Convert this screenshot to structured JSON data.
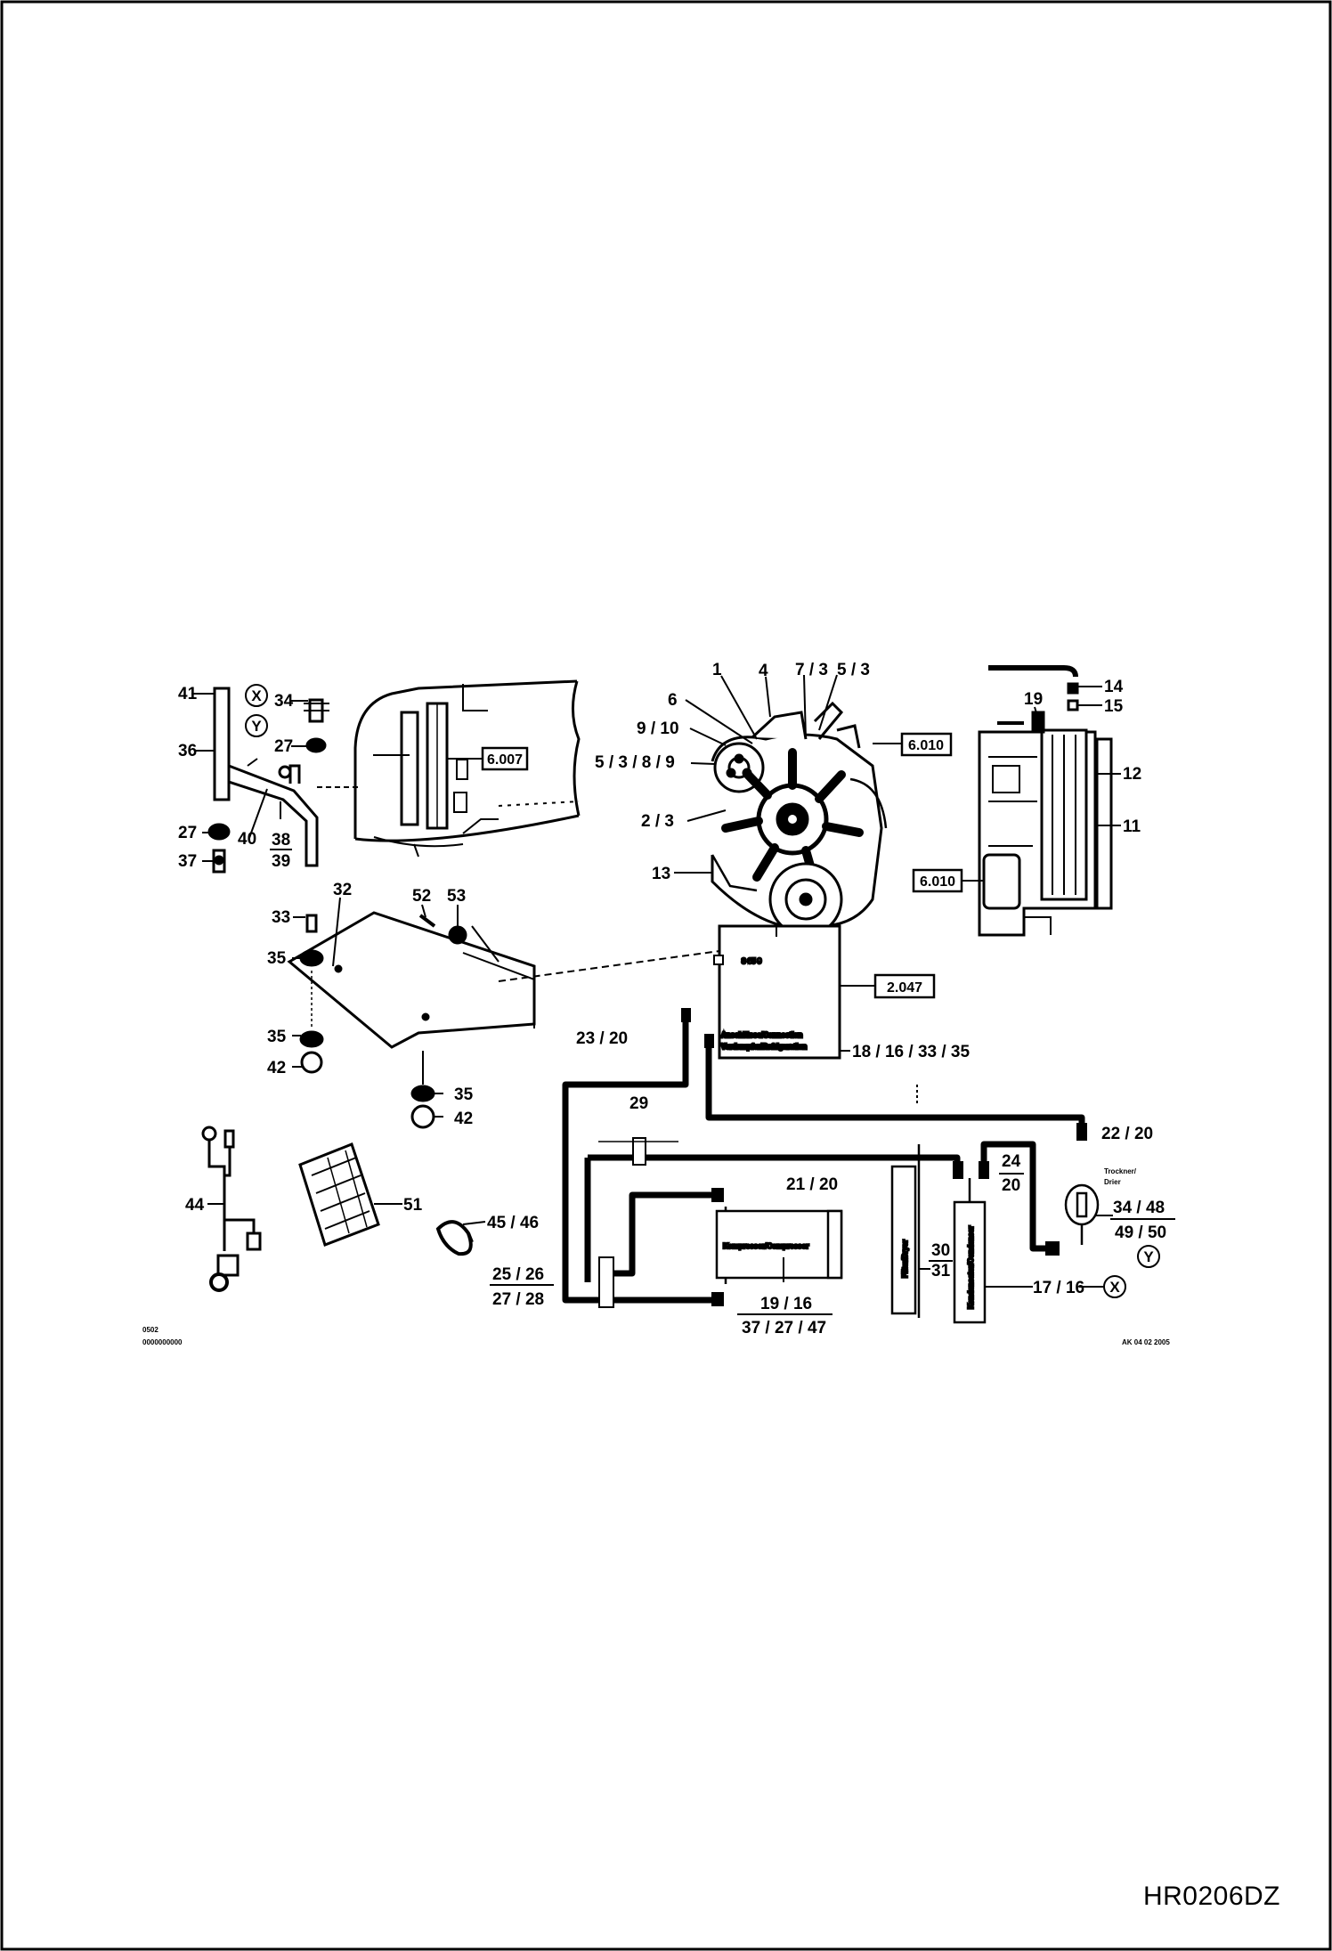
{
  "drawing_code": "HR0206DZ",
  "labels": {
    "l1": "1",
    "l2_3": "2 / 3",
    "l4": "4",
    "l5_3": "5 / 3",
    "l5_3_8_9": "5 / 3 / 8 / 9",
    "l6": "6",
    "l7_3": "7 / 3",
    "l9_10": "9 / 10",
    "l11": "11",
    "l12": "12",
    "l13": "13",
    "l14": "14",
    "l15": "15",
    "l17_16": "17 / 16",
    "l18": "18 / 16 / 33 / 35",
    "l19": "19",
    "l19_16": "19 / 16",
    "l37_27_47": "37 / 27 / 47",
    "l21_20": "21 / 20",
    "l22_20": "22 / 20",
    "l23_20": "23 / 20",
    "l24": "24",
    "l20": "20",
    "l25_26": "25 / 26",
    "l27_28": "27 / 28",
    "l27a": "27",
    "l27b": "27",
    "l29": "29",
    "l30": "30",
    "l31": "31",
    "l32": "32",
    "l33": "33",
    "l34": "34",
    "l34_48": "34 / 48",
    "l49_50": "49 / 50",
    "l35a": "35",
    "l35b": "35",
    "l35c": "35",
    "l36": "36",
    "l37": "37",
    "l38": "38",
    "l39": "39",
    "l40": "40",
    "l41": "41",
    "l42a": "42",
    "l42b": "42",
    "l44": "44",
    "l45_46": "45 / 46",
    "l51": "51",
    "l52": "52",
    "l53": "53"
  },
  "refs": {
    "r6007": "6.007",
    "r6010a": "6.010",
    "r6010b": "6.010",
    "r2047": "2.047"
  },
  "circles": {
    "x_top": "X",
    "y_top": "Y",
    "x_right": "X",
    "y_right": "Y"
  }
}
